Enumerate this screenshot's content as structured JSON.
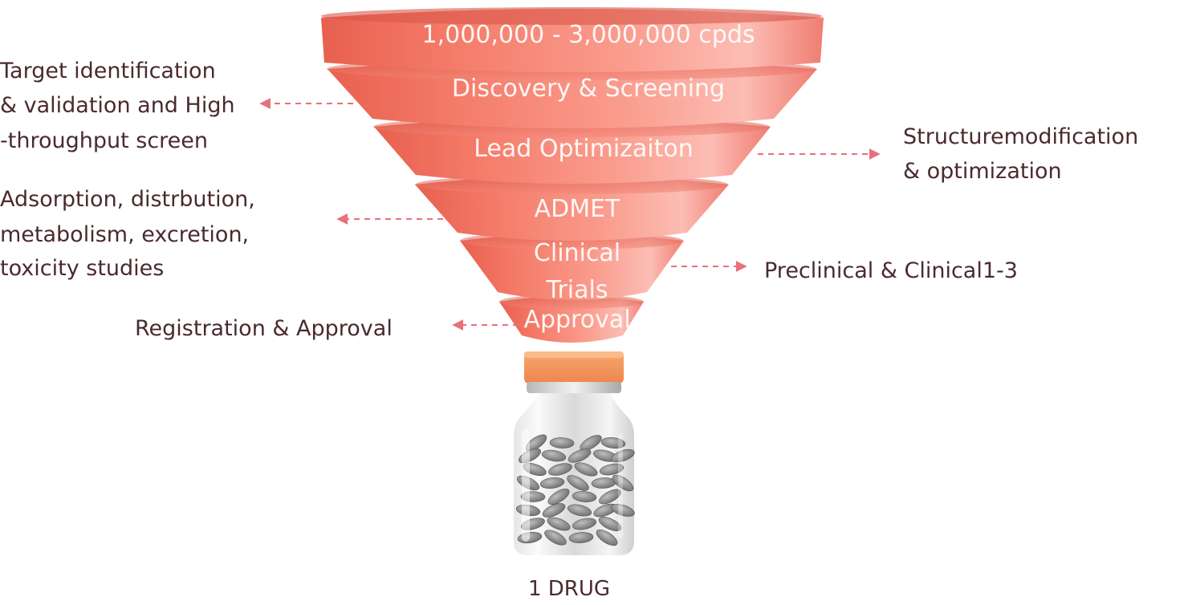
{
  "funnel": {
    "stages": [
      {
        "label": "1,000,000 - 3,000,000 cpds"
      },
      {
        "label": "Discovery & Screening"
      },
      {
        "label": "Lead Optimizaiton"
      },
      {
        "label": "ADMET"
      },
      {
        "label_line1": "Clinical",
        "label_line2": "Trials"
      },
      {
        "label": "Approval"
      }
    ]
  },
  "annotations": {
    "target": {
      "line1": "Target identification",
      "line2": "& validation and High",
      "line3": "-throughput screen"
    },
    "structure": {
      "line1": "Structuremodification",
      "line2": "& optimization"
    },
    "admet": {
      "line1": "Adsorption, distrbution,",
      "line2": "metabolism, excretion,",
      "line3": "toxicity studies"
    },
    "clinical": {
      "line1": "Preclinical & Clinical1-3"
    },
    "registration": {
      "line1": "Registration & Approval"
    }
  },
  "result": {
    "label": "1 DRUG"
  },
  "colors": {
    "band_main": "#f4796c",
    "band_light": "#fbb0a4",
    "band_dark": "#e25a4c",
    "arrow": "#e8707a",
    "text": "#4a2a2e",
    "cap": "#f3955f"
  }
}
